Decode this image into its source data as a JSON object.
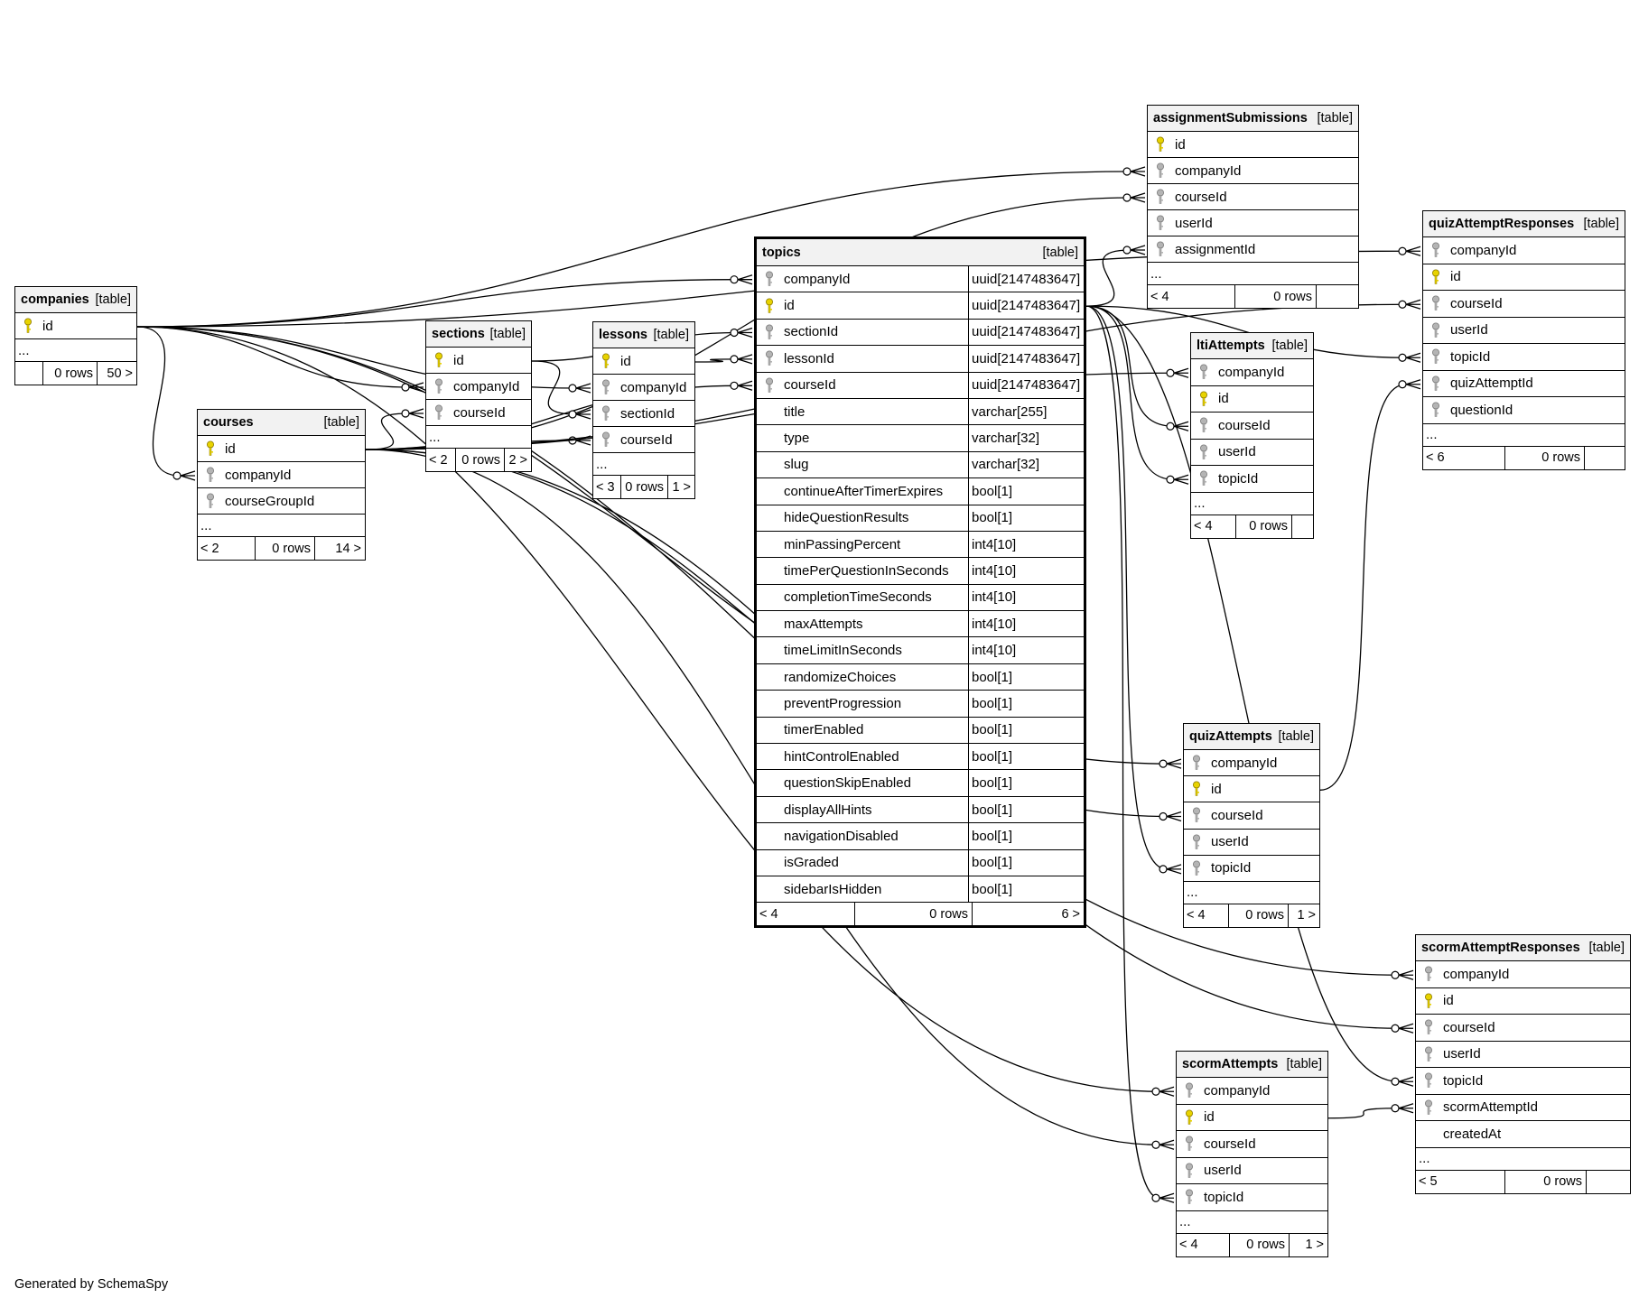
{
  "footer_text": "Generated by SchemaSpy",
  "tables": [
    {
      "name": "companies",
      "label": "[table]",
      "columns": [
        {
          "name": "id",
          "key": "pk"
        }
      ],
      "more": "...",
      "footer": [
        "",
        "0 rows",
        "50 >"
      ]
    },
    {
      "name": "courses",
      "label": "[table]",
      "columns": [
        {
          "name": "id",
          "key": "pk"
        },
        {
          "name": "companyId",
          "key": "fk"
        },
        {
          "name": "courseGroupId",
          "key": "fk"
        }
      ],
      "more": "...",
      "footer": [
        "< 2",
        "0 rows",
        "14 >"
      ]
    },
    {
      "name": "sections",
      "label": "[table]",
      "columns": [
        {
          "name": "id",
          "key": "pk"
        },
        {
          "name": "companyId",
          "key": "fk"
        },
        {
          "name": "courseId",
          "key": "fk"
        }
      ],
      "more": "...",
      "footer": [
        "< 2",
        "0 rows",
        "2 >"
      ]
    },
    {
      "name": "lessons",
      "label": "[table]",
      "columns": [
        {
          "name": "id",
          "key": "pk"
        },
        {
          "name": "companyId",
          "key": "fk"
        },
        {
          "name": "sectionId",
          "key": "fk"
        },
        {
          "name": "courseId",
          "key": "fk"
        }
      ],
      "more": "...",
      "footer": [
        "< 3",
        "0 rows",
        "1 >"
      ]
    },
    {
      "name": "topics",
      "label": "[table]",
      "columns": [
        {
          "name": "companyId",
          "key": "fk",
          "type": "uuid[2147483647]"
        },
        {
          "name": "id",
          "key": "pk",
          "type": "uuid[2147483647]"
        },
        {
          "name": "sectionId",
          "key": "fk",
          "type": "uuid[2147483647]"
        },
        {
          "name": "lessonId",
          "key": "fk",
          "type": "uuid[2147483647]"
        },
        {
          "name": "courseId",
          "key": "fk",
          "type": "uuid[2147483647]"
        },
        {
          "name": "title",
          "key": "",
          "type": "varchar[255]"
        },
        {
          "name": "type",
          "key": "",
          "type": "varchar[32]"
        },
        {
          "name": "slug",
          "key": "",
          "type": "varchar[32]"
        },
        {
          "name": "continueAfterTimerExpires",
          "key": "",
          "type": "bool[1]"
        },
        {
          "name": "hideQuestionResults",
          "key": "",
          "type": "bool[1]"
        },
        {
          "name": "minPassingPercent",
          "key": "",
          "type": "int4[10]"
        },
        {
          "name": "timePerQuestionInSeconds",
          "key": "",
          "type": "int4[10]"
        },
        {
          "name": "completionTimeSeconds",
          "key": "",
          "type": "int4[10]"
        },
        {
          "name": "maxAttempts",
          "key": "",
          "type": "int4[10]"
        },
        {
          "name": "timeLimitInSeconds",
          "key": "",
          "type": "int4[10]"
        },
        {
          "name": "randomizeChoices",
          "key": "",
          "type": "bool[1]"
        },
        {
          "name": "preventProgression",
          "key": "",
          "type": "bool[1]"
        },
        {
          "name": "timerEnabled",
          "key": "",
          "type": "bool[1]"
        },
        {
          "name": "hintControlEnabled",
          "key": "",
          "type": "bool[1]"
        },
        {
          "name": "questionSkipEnabled",
          "key": "",
          "type": "bool[1]"
        },
        {
          "name": "displayAllHints",
          "key": "",
          "type": "bool[1]"
        },
        {
          "name": "navigationDisabled",
          "key": "",
          "type": "bool[1]"
        },
        {
          "name": "isGraded",
          "key": "",
          "type": "bool[1]"
        },
        {
          "name": "sidebarIsHidden",
          "key": "",
          "type": "bool[1]"
        }
      ],
      "footer": [
        "< 4",
        "0 rows",
        "6 >"
      ]
    },
    {
      "name": "assignmentSubmissions",
      "label": "[table]",
      "columns": [
        {
          "name": "id",
          "key": "pk"
        },
        {
          "name": "companyId",
          "key": "fk"
        },
        {
          "name": "courseId",
          "key": "fk"
        },
        {
          "name": "userId",
          "key": "fk"
        },
        {
          "name": "assignmentId",
          "key": "fk"
        }
      ],
      "more": "...",
      "footer": [
        "< 4",
        "0 rows",
        ""
      ]
    },
    {
      "name": "ltiAttempts",
      "label": "[table]",
      "columns": [
        {
          "name": "companyId",
          "key": "fk"
        },
        {
          "name": "id",
          "key": "pk"
        },
        {
          "name": "courseId",
          "key": "fk"
        },
        {
          "name": "userId",
          "key": "fk"
        },
        {
          "name": "topicId",
          "key": "fk"
        }
      ],
      "more": "...",
      "footer": [
        "< 4",
        "0 rows",
        ""
      ]
    },
    {
      "name": "quizAttemptResponses",
      "label": "[table]",
      "columns": [
        {
          "name": "companyId",
          "key": "fk"
        },
        {
          "name": "id",
          "key": "pk"
        },
        {
          "name": "courseId",
          "key": "fk"
        },
        {
          "name": "userId",
          "key": "fk"
        },
        {
          "name": "topicId",
          "key": "fk"
        },
        {
          "name": "quizAttemptId",
          "key": "fk"
        },
        {
          "name": "questionId",
          "key": "fk"
        }
      ],
      "more": "...",
      "footer": [
        "< 6",
        "0 rows",
        ""
      ]
    },
    {
      "name": "quizAttempts",
      "label": "[table]",
      "columns": [
        {
          "name": "companyId",
          "key": "fk"
        },
        {
          "name": "id",
          "key": "pk"
        },
        {
          "name": "courseId",
          "key": "fk"
        },
        {
          "name": "userId",
          "key": "fk"
        },
        {
          "name": "topicId",
          "key": "fk"
        }
      ],
      "more": "...",
      "footer": [
        "< 4",
        "0 rows",
        "1 >"
      ]
    },
    {
      "name": "scormAttemptResponses",
      "label": "[table]",
      "columns": [
        {
          "name": "companyId",
          "key": "fk"
        },
        {
          "name": "id",
          "key": "pk"
        },
        {
          "name": "courseId",
          "key": "fk"
        },
        {
          "name": "userId",
          "key": "fk"
        },
        {
          "name": "topicId",
          "key": "fk"
        },
        {
          "name": "scormAttemptId",
          "key": "fk"
        },
        {
          "name": "createdAt",
          "key": ""
        }
      ],
      "more": "...",
      "footer": [
        "< 5",
        "0 rows",
        ""
      ]
    },
    {
      "name": "scormAttempts",
      "label": "[table]",
      "columns": [
        {
          "name": "companyId",
          "key": "fk"
        },
        {
          "name": "id",
          "key": "pk"
        },
        {
          "name": "courseId",
          "key": "fk"
        },
        {
          "name": "userId",
          "key": "fk"
        },
        {
          "name": "topicId",
          "key": "fk"
        }
      ],
      "more": "...",
      "footer": [
        "< 4",
        "0 rows",
        "1 >"
      ]
    }
  ],
  "relationships": [
    {
      "from": "companies.id",
      "to": "courses.companyId"
    },
    {
      "from": "companies.id",
      "to": "sections.companyId"
    },
    {
      "from": "companies.id",
      "to": "lessons.companyId"
    },
    {
      "from": "companies.id",
      "to": "topics.companyId"
    },
    {
      "from": "companies.id",
      "to": "assignmentSubmissions.companyId"
    },
    {
      "from": "companies.id",
      "to": "quizAttemptResponses.companyId"
    },
    {
      "from": "companies.id",
      "to": "quizAttempts.companyId"
    },
    {
      "from": "companies.id",
      "to": "scormAttemptResponses.companyId"
    },
    {
      "from": "companies.id",
      "to": "scormAttempts.companyId"
    },
    {
      "from": "courses.id",
      "to": "sections.courseId"
    },
    {
      "from": "courses.id",
      "to": "lessons.courseId"
    },
    {
      "from": "courses.id",
      "to": "topics.courseId"
    },
    {
      "from": "courses.id",
      "to": "assignmentSubmissions.courseId"
    },
    {
      "from": "courses.id",
      "to": "ltiAttempts.companyId"
    },
    {
      "from": "courses.id",
      "to": "quizAttemptResponses.courseId"
    },
    {
      "from": "courses.id",
      "to": "quizAttempts.courseId"
    },
    {
      "from": "courses.id",
      "to": "scormAttemptResponses.courseId"
    },
    {
      "from": "courses.id",
      "to": "scormAttempts.courseId"
    },
    {
      "from": "sections.id",
      "to": "lessons.sectionId"
    },
    {
      "from": "sections.id",
      "to": "topics.sectionId"
    },
    {
      "from": "lessons.id",
      "to": "topics.lessonId"
    },
    {
      "from": "topics.id",
      "to": "assignmentSubmissions.assignmentId"
    },
    {
      "from": "topics.id",
      "to": "ltiAttempts.courseId"
    },
    {
      "from": "topics.id",
      "to": "ltiAttempts.topicId"
    },
    {
      "from": "topics.id",
      "to": "quizAttemptResponses.topicId"
    },
    {
      "from": "topics.id",
      "to": "quizAttempts.topicId"
    },
    {
      "from": "topics.id",
      "to": "scormAttemptResponses.topicId"
    },
    {
      "from": "topics.id",
      "to": "scormAttempts.topicId"
    },
    {
      "from": "quizAttempts.id",
      "to": "quizAttemptResponses.quizAttemptId"
    },
    {
      "from": "scormAttempts.id",
      "to": "scormAttemptResponses.scormAttemptId"
    }
  ]
}
